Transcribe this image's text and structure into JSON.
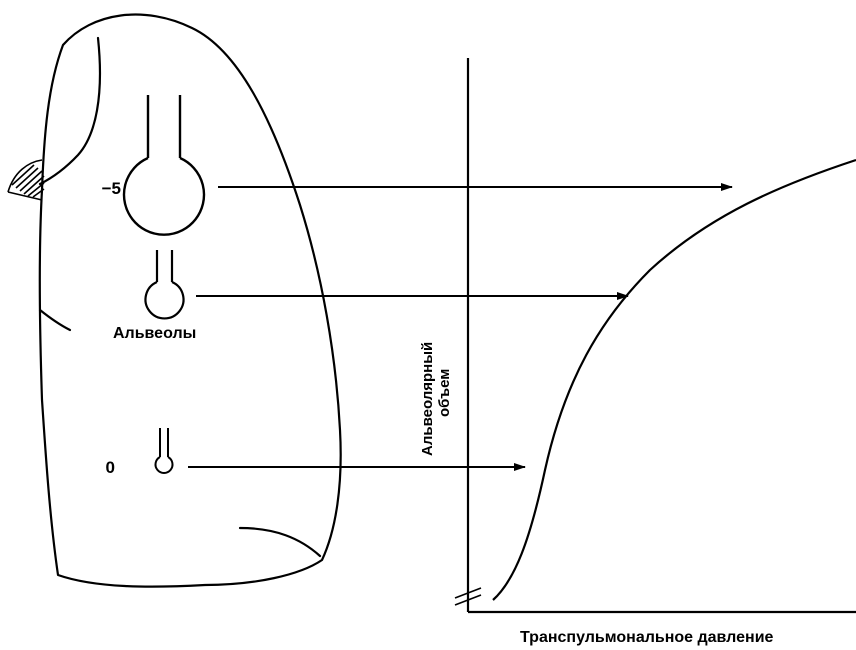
{
  "labels": {
    "pressure_top": "−5",
    "pressure_bottom": "0",
    "alveoli": "Альвеолы",
    "y_axis_line1": "Альвеолярный",
    "y_axis_line2": "объем",
    "x_axis": "Транспульмональное давление"
  },
  "colors": {
    "stroke": "#000000",
    "background": "#ffffff"
  }
}
